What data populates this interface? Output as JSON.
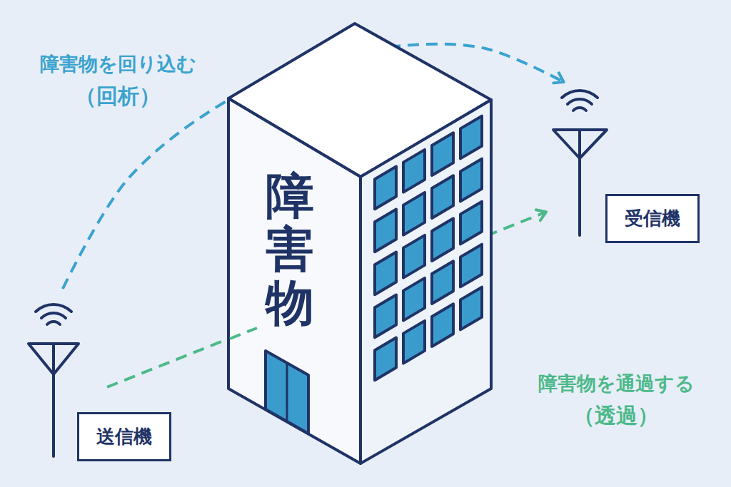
{
  "diagram": {
    "nodes": [
      {
        "text": [
          "障害物"
        ]
      },
      {
        "text": [
          "受信機"
        ]
      },
      {
        "text": [
          "送信機"
        ]
      }
    ],
    "edges": [
      {
        "from": 2,
        "to": 1,
        "arrow": "to"
      },
      {
        "from": 2,
        "to": 1,
        "arrow": "to"
      }
    ],
    "labels": [
      "障害物を回り込む",
      "（回析）",
      "障害物を通過する",
      "（透過）"
    ]
  }
}
